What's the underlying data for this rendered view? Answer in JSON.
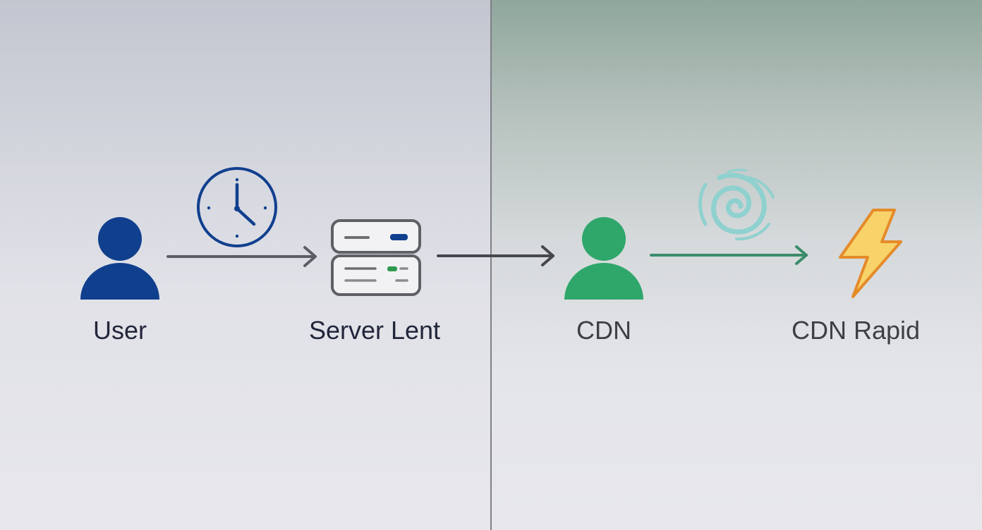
{
  "nodes": {
    "user": {
      "label": "User",
      "color": "#103f8e"
    },
    "server": {
      "label": "Server Lent",
      "accent": "#103f8e",
      "status_led": "#2f9a4e"
    },
    "cdn": {
      "label": "CDN",
      "color": "#2fa76b"
    },
    "cdn_rapid": {
      "label": "CDN Rapid",
      "fill": "#f7d36a",
      "stroke": "#e58b2a"
    }
  },
  "icons": {
    "clock": "clock-icon",
    "swirl": "swirl-icon",
    "lightning": "lightning-icon",
    "server": "server-icon",
    "user": "user-icon"
  },
  "colors": {
    "arrow_slow": "#5d5e64",
    "arrow_fast": "#3a8c6a",
    "swirl": "#8fd1cf"
  }
}
